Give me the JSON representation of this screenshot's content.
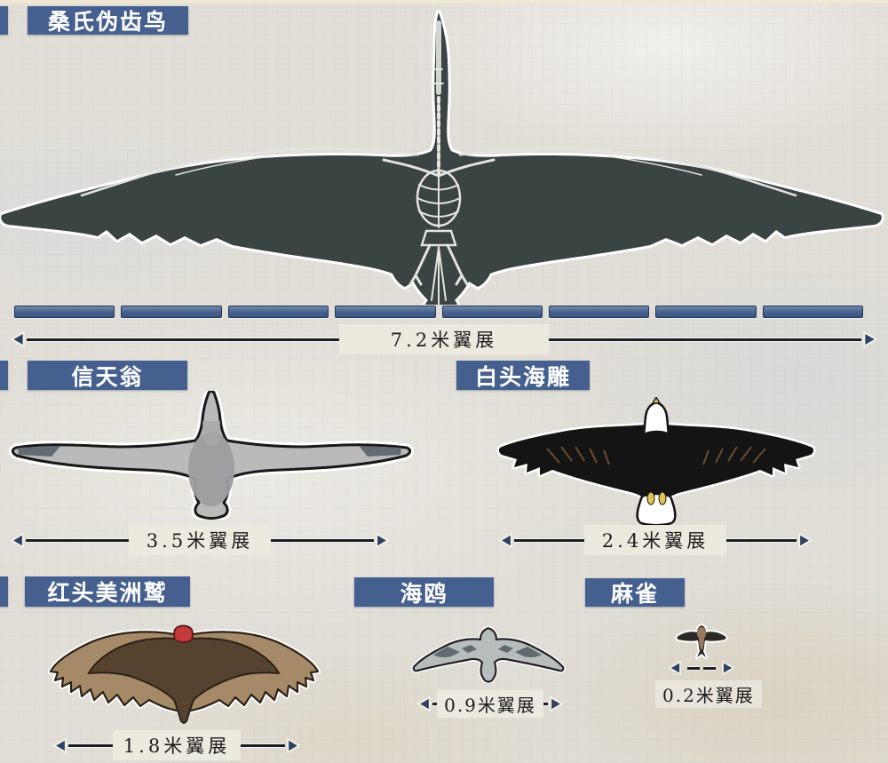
{
  "colors": {
    "label_bg": "#45608f",
    "ruler_fill": "#4b6795",
    "arrowhead_fill": "#2e4166",
    "measure_line": "#181d28",
    "measure_text_bg": "#ece9df",
    "background": "#e1ded7"
  },
  "ruler": {
    "segments": 8
  },
  "birds": [
    {
      "id": "pelagornis-sandersi",
      "label": "桑氏伪齿鸟",
      "wingspan_label": "7.2米翼展",
      "wingspan_m": 7.2
    },
    {
      "id": "albatross",
      "label": "信天翁",
      "wingspan_label": "3.5米翼展",
      "wingspan_m": 3.5
    },
    {
      "id": "bald-eagle",
      "label": "白头海雕",
      "wingspan_label": "2.4米翼展",
      "wingspan_m": 2.4
    },
    {
      "id": "turkey-vulture",
      "label": "红头美洲鹫",
      "wingspan_label": "1.8米翼展",
      "wingspan_m": 1.8
    },
    {
      "id": "seagull",
      "label": "海鸥",
      "wingspan_label": "0.9米翼展",
      "wingspan_m": 0.9
    },
    {
      "id": "sparrow",
      "label": "麻雀",
      "wingspan_label": "0.2米翼展",
      "wingspan_m": 0.2
    }
  ],
  "chart_data": {
    "type": "bar",
    "categories": [
      "桑氏伪齿鸟",
      "信天翁",
      "白头海雕",
      "红头美洲鹫",
      "海鸥",
      "麻雀"
    ],
    "values": [
      7.2,
      3.5,
      2.4,
      1.8,
      0.9,
      0.2
    ],
    "value_labels": [
      "7.2米翼展",
      "3.5米翼展",
      "2.4米翼展",
      "1.8米翼展",
      "0.9米翼展",
      "0.2米翼展"
    ],
    "unit": "米",
    "ylabel": "翼展",
    "xlabel": ""
  }
}
